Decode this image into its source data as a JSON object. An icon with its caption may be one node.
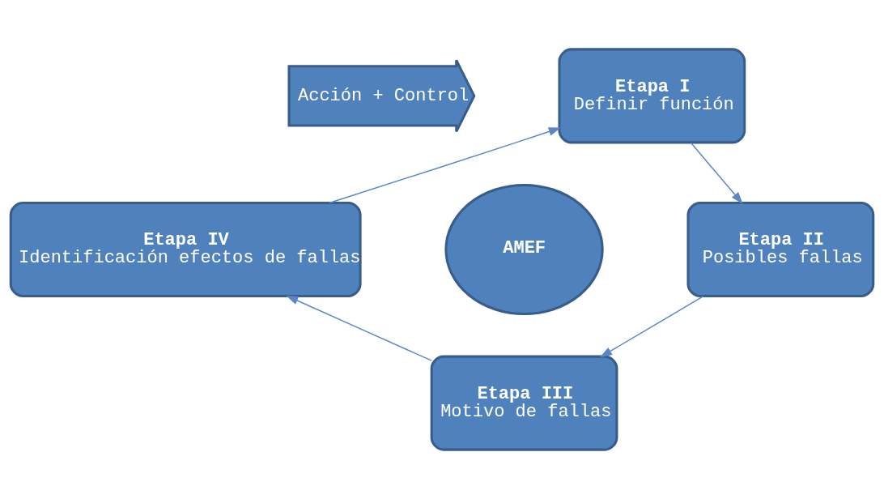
{
  "diagram": {
    "nodes": [
      {
        "text": [
          "Etapa I",
          "Definir función"
        ]
      },
      {
        "text": [
          "Etapa II",
          "Posibles fallas"
        ]
      },
      {
        "text": [
          "Etapa III",
          "Motivo de fallas"
        ]
      },
      {
        "text": [
          "Etapa IV",
          "Identificación efectos de fallas"
        ]
      },
      {
        "text": [
          "AMEF"
        ]
      },
      {
        "text": [
          "Acción + Control"
        ]
      }
    ],
    "edges": [
      {
        "from": 0,
        "to": 1,
        "arrow": "to"
      },
      {
        "from": 1,
        "to": 2,
        "arrow": "to"
      },
      {
        "from": 2,
        "to": 3,
        "arrow": "to"
      },
      {
        "from": 3,
        "to": 0,
        "arrow": "to"
      }
    ]
  }
}
